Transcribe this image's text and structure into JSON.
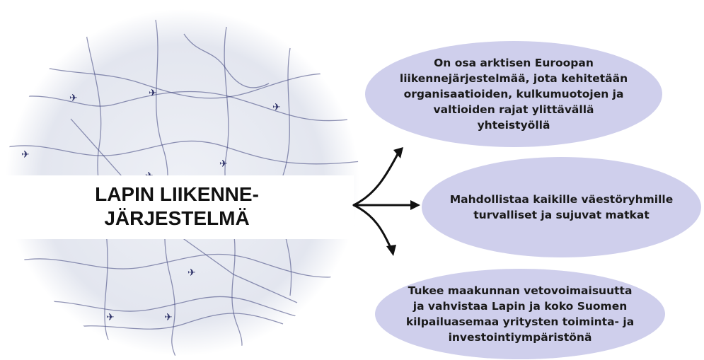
{
  "center": {
    "title_line1": "LAPIN LIIKENNE-",
    "title_line2": "JÄRJESTELMÄ",
    "map_image": "map-of-lapland-transport-network"
  },
  "goals": [
    {
      "text": "On osa arktisen Euroopan\nliikennejärjestelmää, jota kehitetään\norganisaatioiden, kulkumuotojen ja\nvaltioiden  rajat ylittävällä\nyhteistyöllä"
    },
    {
      "text": "Mahdollistaa kaikille väestöryhmille\nturvalliset ja sujuvat matkat"
    },
    {
      "text": "Tukee  maakunnan vetovoimaisuutta\nja vahvistaa Lapin ja koko Suomen\nkilpailuasemaa yritysten toiminta- ja\ninvestointiympäristönä"
    }
  ],
  "colors": {
    "oval_fill": "#cfcfec",
    "map_lines": "#3b3f7a",
    "text": "#111111"
  }
}
